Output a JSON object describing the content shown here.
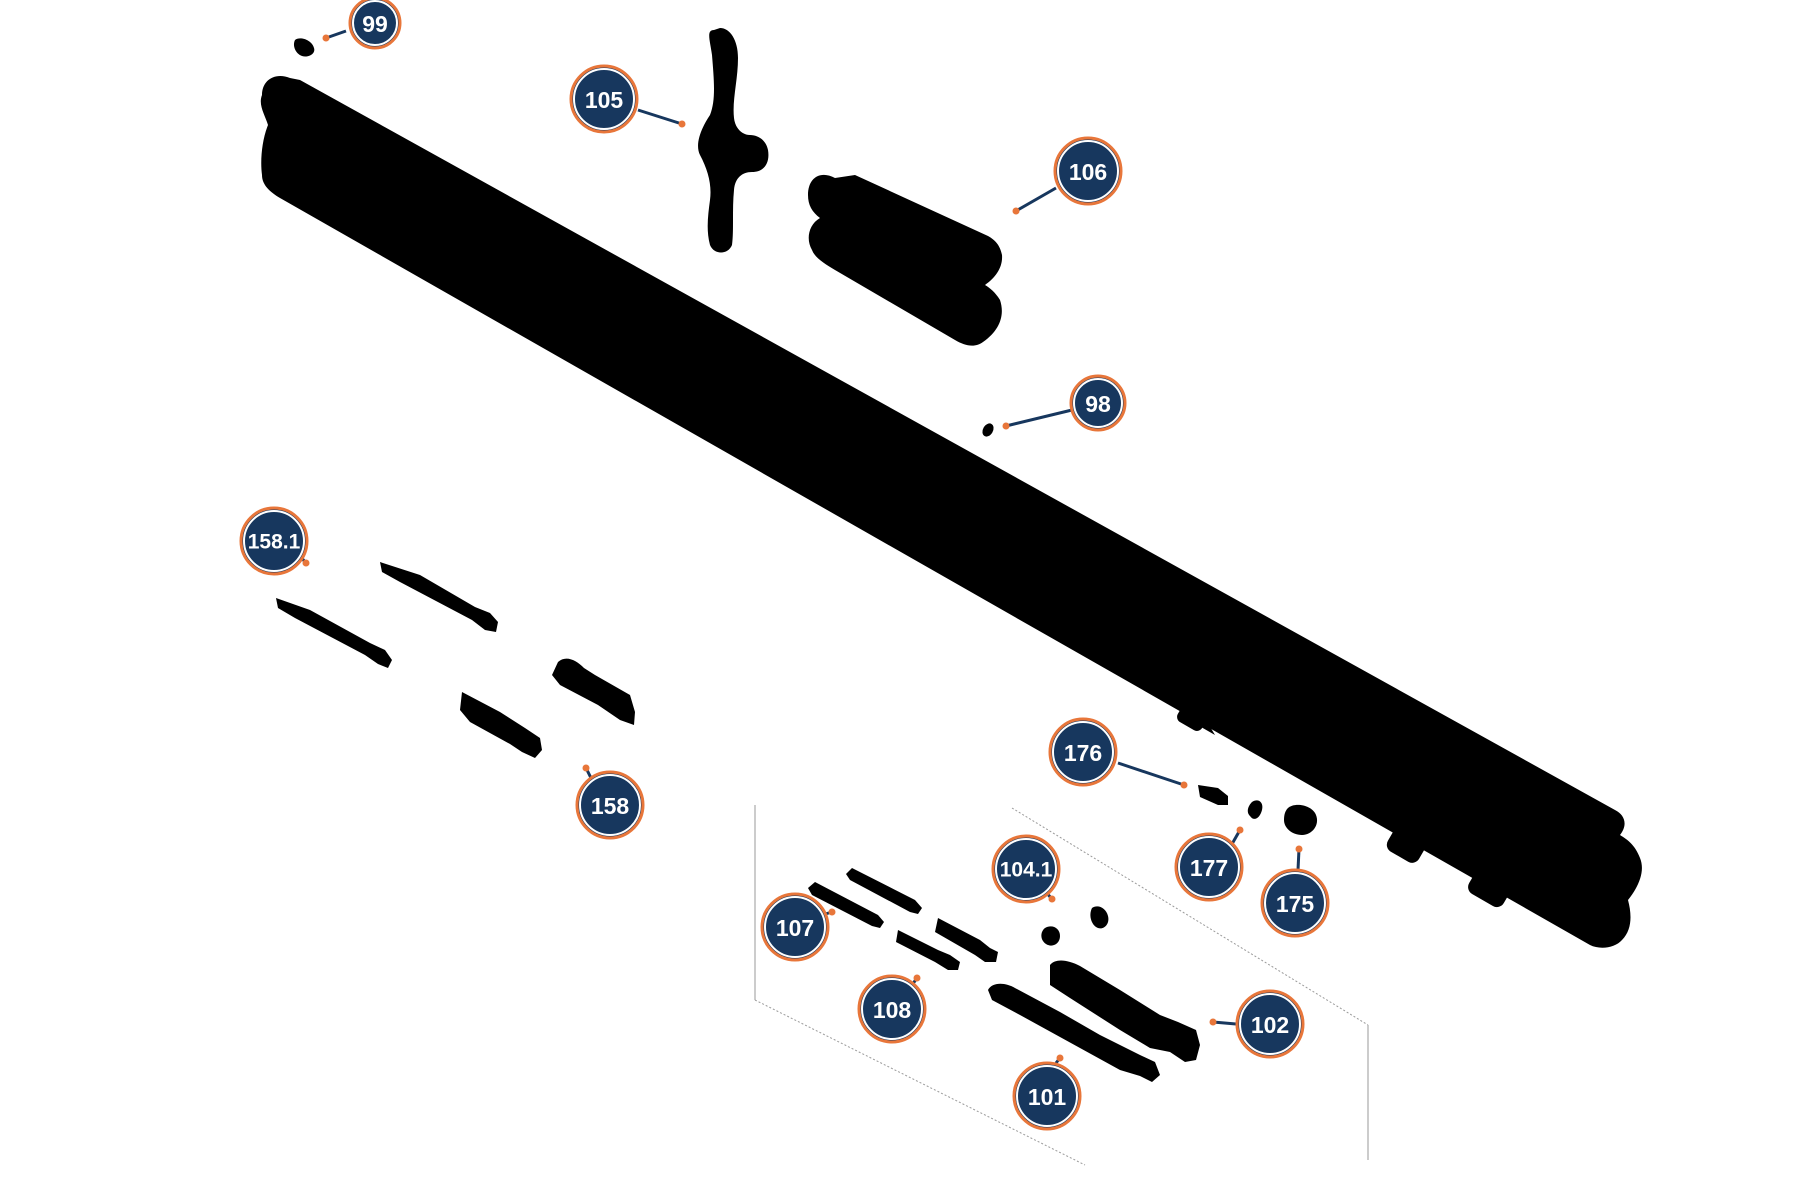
{
  "diagram": {
    "callouts": [
      {
        "id": "c99",
        "label": "99"
      },
      {
        "id": "c105",
        "label": "105"
      },
      {
        "id": "c106",
        "label": "106"
      },
      {
        "id": "c98",
        "label": "98"
      },
      {
        "id": "c1581",
        "label": "158.1"
      },
      {
        "id": "c158",
        "label": "158"
      },
      {
        "id": "c176",
        "label": "176"
      },
      {
        "id": "c1041",
        "label": "104.1"
      },
      {
        "id": "c177",
        "label": "177"
      },
      {
        "id": "c175",
        "label": "175"
      },
      {
        "id": "c107",
        "label": "107"
      },
      {
        "id": "c108",
        "label": "108"
      },
      {
        "id": "c102",
        "label": "102"
      },
      {
        "id": "c101",
        "label": "101"
      }
    ],
    "colors": {
      "callout_fill": "#17375e",
      "callout_border": "#e8763a",
      "leader_line": "#17375e",
      "leader_dot": "#e8763a",
      "parts": "#000000"
    }
  }
}
